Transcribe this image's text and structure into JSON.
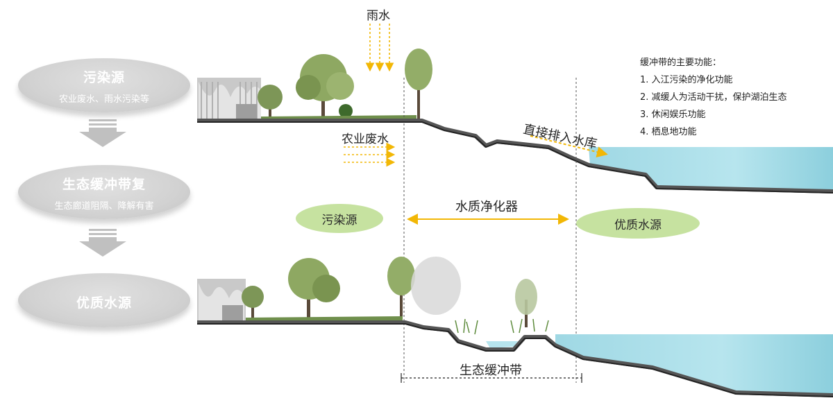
{
  "left_flow": {
    "step1": {
      "title": "污染源",
      "subtitle": "农业废水、雨水污染等"
    },
    "step2": {
      "title": "生态缓冲带复",
      "subtitle": "生态廊道阻隔、降解有害"
    },
    "step3": {
      "title": "优质水源",
      "subtitle": ""
    }
  },
  "top_section": {
    "rain_label": "雨水",
    "agri_label": "农业废水",
    "direct_label": "直接排入水库"
  },
  "middle": {
    "pollution_label": "污染源",
    "purifier_label": "水质净化器",
    "quality_label": "优质水源"
  },
  "bottom_section": {
    "buffer_label": "生态缓冲带"
  },
  "functions": {
    "title": "缓冲带的主要功能：",
    "items": [
      "1. 入江污染的净化功能",
      "2. 减缓人为活动干扰，保护湖泊生态",
      "3. 休闲娱乐功能",
      "4. 栖息地功能"
    ]
  },
  "colors": {
    "arrow_yellow": "#f2b705",
    "water": "#a8dbe6",
    "pill_green": "#c6e2a0",
    "oval_gray": "#d2d2d2"
  }
}
